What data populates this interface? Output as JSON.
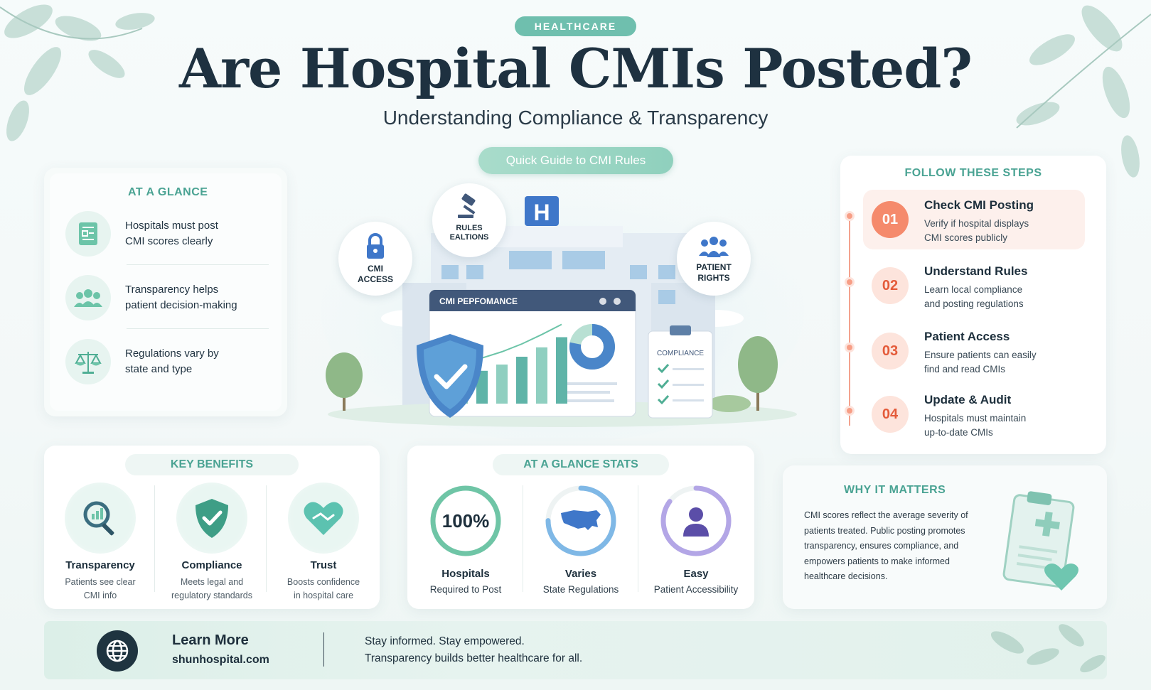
{
  "header": {
    "tag": "HEALTHCARE",
    "title": "Are Hospital CMIs Posted?",
    "subtitle": "Understanding Compliance & Transparency",
    "guide_button": "Quick Guide to CMI Rules"
  },
  "at_a_glance": {
    "title": "AT A GLANCE",
    "items": [
      {
        "icon": "document-chart-icon",
        "line1": "Hospitals must post",
        "line2": "CMI scores clearly"
      },
      {
        "icon": "people-group-icon",
        "line1": "Transparency helps",
        "line2": "patient decision-making"
      },
      {
        "icon": "scales-icon",
        "line1": "Regulations vary by",
        "line2": "state and type"
      }
    ]
  },
  "hero": {
    "bubbles": [
      {
        "icon": "lock-icon",
        "line1": "CMI",
        "line2": "ACCESS"
      },
      {
        "icon": "gavel-icon",
        "line1": "RULES",
        "line2": "EALTIONS"
      },
      {
        "icon": "people-icon",
        "line1": "PATIENT",
        "line2": "RIGHTS"
      }
    ],
    "hospital_sign": "H",
    "dashboard_title": "CMI PEPFOMANCE",
    "clipboard_title": "COMPLIANCE",
    "chart_bars": [
      0.3,
      0.42,
      0.5,
      0.6,
      0.72,
      0.85
    ],
    "donut_fraction": 0.78
  },
  "steps": {
    "title": "FOLLOW THESE STEPS",
    "items": [
      {
        "num": "01",
        "title": "Check CMI Posting",
        "line1": "Verify if hospital displays",
        "line2": "CMI scores publicly",
        "active": true
      },
      {
        "num": "02",
        "title": "Understand Rules",
        "line1": "Learn local compliance",
        "line2": "and posting regulations",
        "active": false
      },
      {
        "num": "03",
        "title": "Patient Access",
        "line1": "Ensure patients can easily",
        "line2": "find and read CMIs",
        "active": false
      },
      {
        "num": "04",
        "title": "Update & Audit",
        "line1": "Hospitals must maintain",
        "line2": "up-to-date CMIs",
        "active": false
      }
    ]
  },
  "benefits": {
    "title": "KEY BENEFITS",
    "items": [
      {
        "icon": "magnifier-chart-icon",
        "title": "Transparency",
        "line1": "Patients see clear",
        "line2": "CMI info"
      },
      {
        "icon": "shield-check-icon",
        "title": "Compliance",
        "line1": "Meets legal and",
        "line2": "regulatory standards"
      },
      {
        "icon": "heart-handshake-icon",
        "title": "Trust",
        "line1": "Boosts confidence",
        "line2": "in hospital care"
      }
    ]
  },
  "stats": {
    "title": "AT A GLANCE STATS",
    "items": [
      {
        "value": "100%",
        "title": "Hospitals",
        "desc": "Required to Post",
        "ring_fraction": 1.0,
        "color": "#6fc5a6"
      },
      {
        "icon": "usa-map-icon",
        "title": "Varies",
        "desc": "State Regulations",
        "ring_fraction": 0.75,
        "color": "#7fb8e6"
      },
      {
        "icon": "person-icon",
        "title": "Easy",
        "desc": "Patient Accessibility",
        "ring_fraction": 0.85,
        "color": "#b3a6e6"
      }
    ]
  },
  "why": {
    "title": "WHY IT MATTERS",
    "lines": [
      "CMI scores reflect the average severity of",
      "patients treated. Public posting promotes",
      "transparency, ensures compliance, and",
      "empowers patients to make informed",
      "healthcare decisions."
    ]
  },
  "footer": {
    "heading": "Learn More",
    "url": "shunhospital.com",
    "line1": "Stay informed. Stay empowered.",
    "line2": "Transparency builds better healthcare for all."
  },
  "colors": {
    "accent": "#4aa393",
    "step_accent": "#f58a6c",
    "dark": "#1e3140"
  }
}
